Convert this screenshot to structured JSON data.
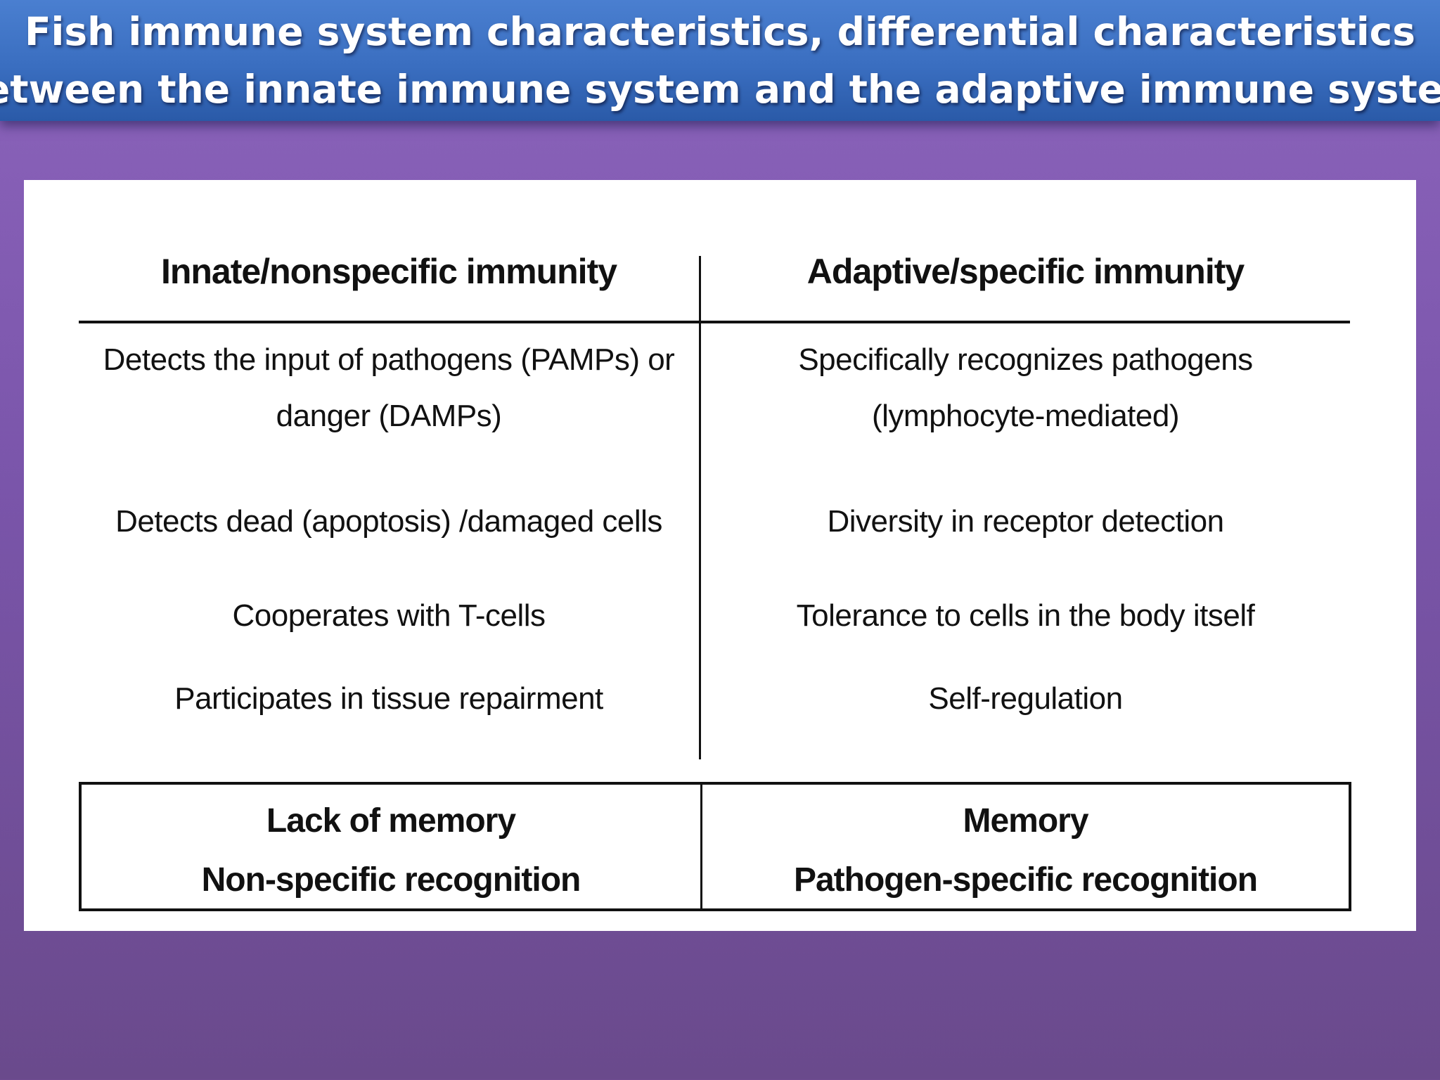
{
  "title": {
    "line1": "Fish immune system characteristics, differential characteristics",
    "line2": "between the innate immune system and the adaptive immune system"
  },
  "table": {
    "headers": {
      "left": "Innate/nonspecific immunity",
      "right": "Adaptive/specific immunity"
    },
    "rows": [
      {
        "left": [
          "Detects the input of pathogens (PAMPs) or",
          "danger (DAMPs)"
        ],
        "right": [
          "Specifically recognizes pathogens",
          "(lymphocyte-mediated)"
        ]
      },
      {
        "left": [
          "Detects dead (apoptosis) /damaged cells"
        ],
        "right": [
          "Diversity in receptor detection"
        ]
      },
      {
        "left": [
          "Cooperates with T-cells"
        ],
        "right": [
          "Tolerance to cells in the body itself"
        ]
      },
      {
        "left": [
          "Participates in tissue repairment"
        ],
        "right": [
          "Self-regulation"
        ]
      }
    ],
    "summary": {
      "left": [
        "Lack of memory",
        "Non-specific recognition"
      ],
      "right": [
        "Memory",
        "Pathogen-specific recognition"
      ]
    }
  }
}
